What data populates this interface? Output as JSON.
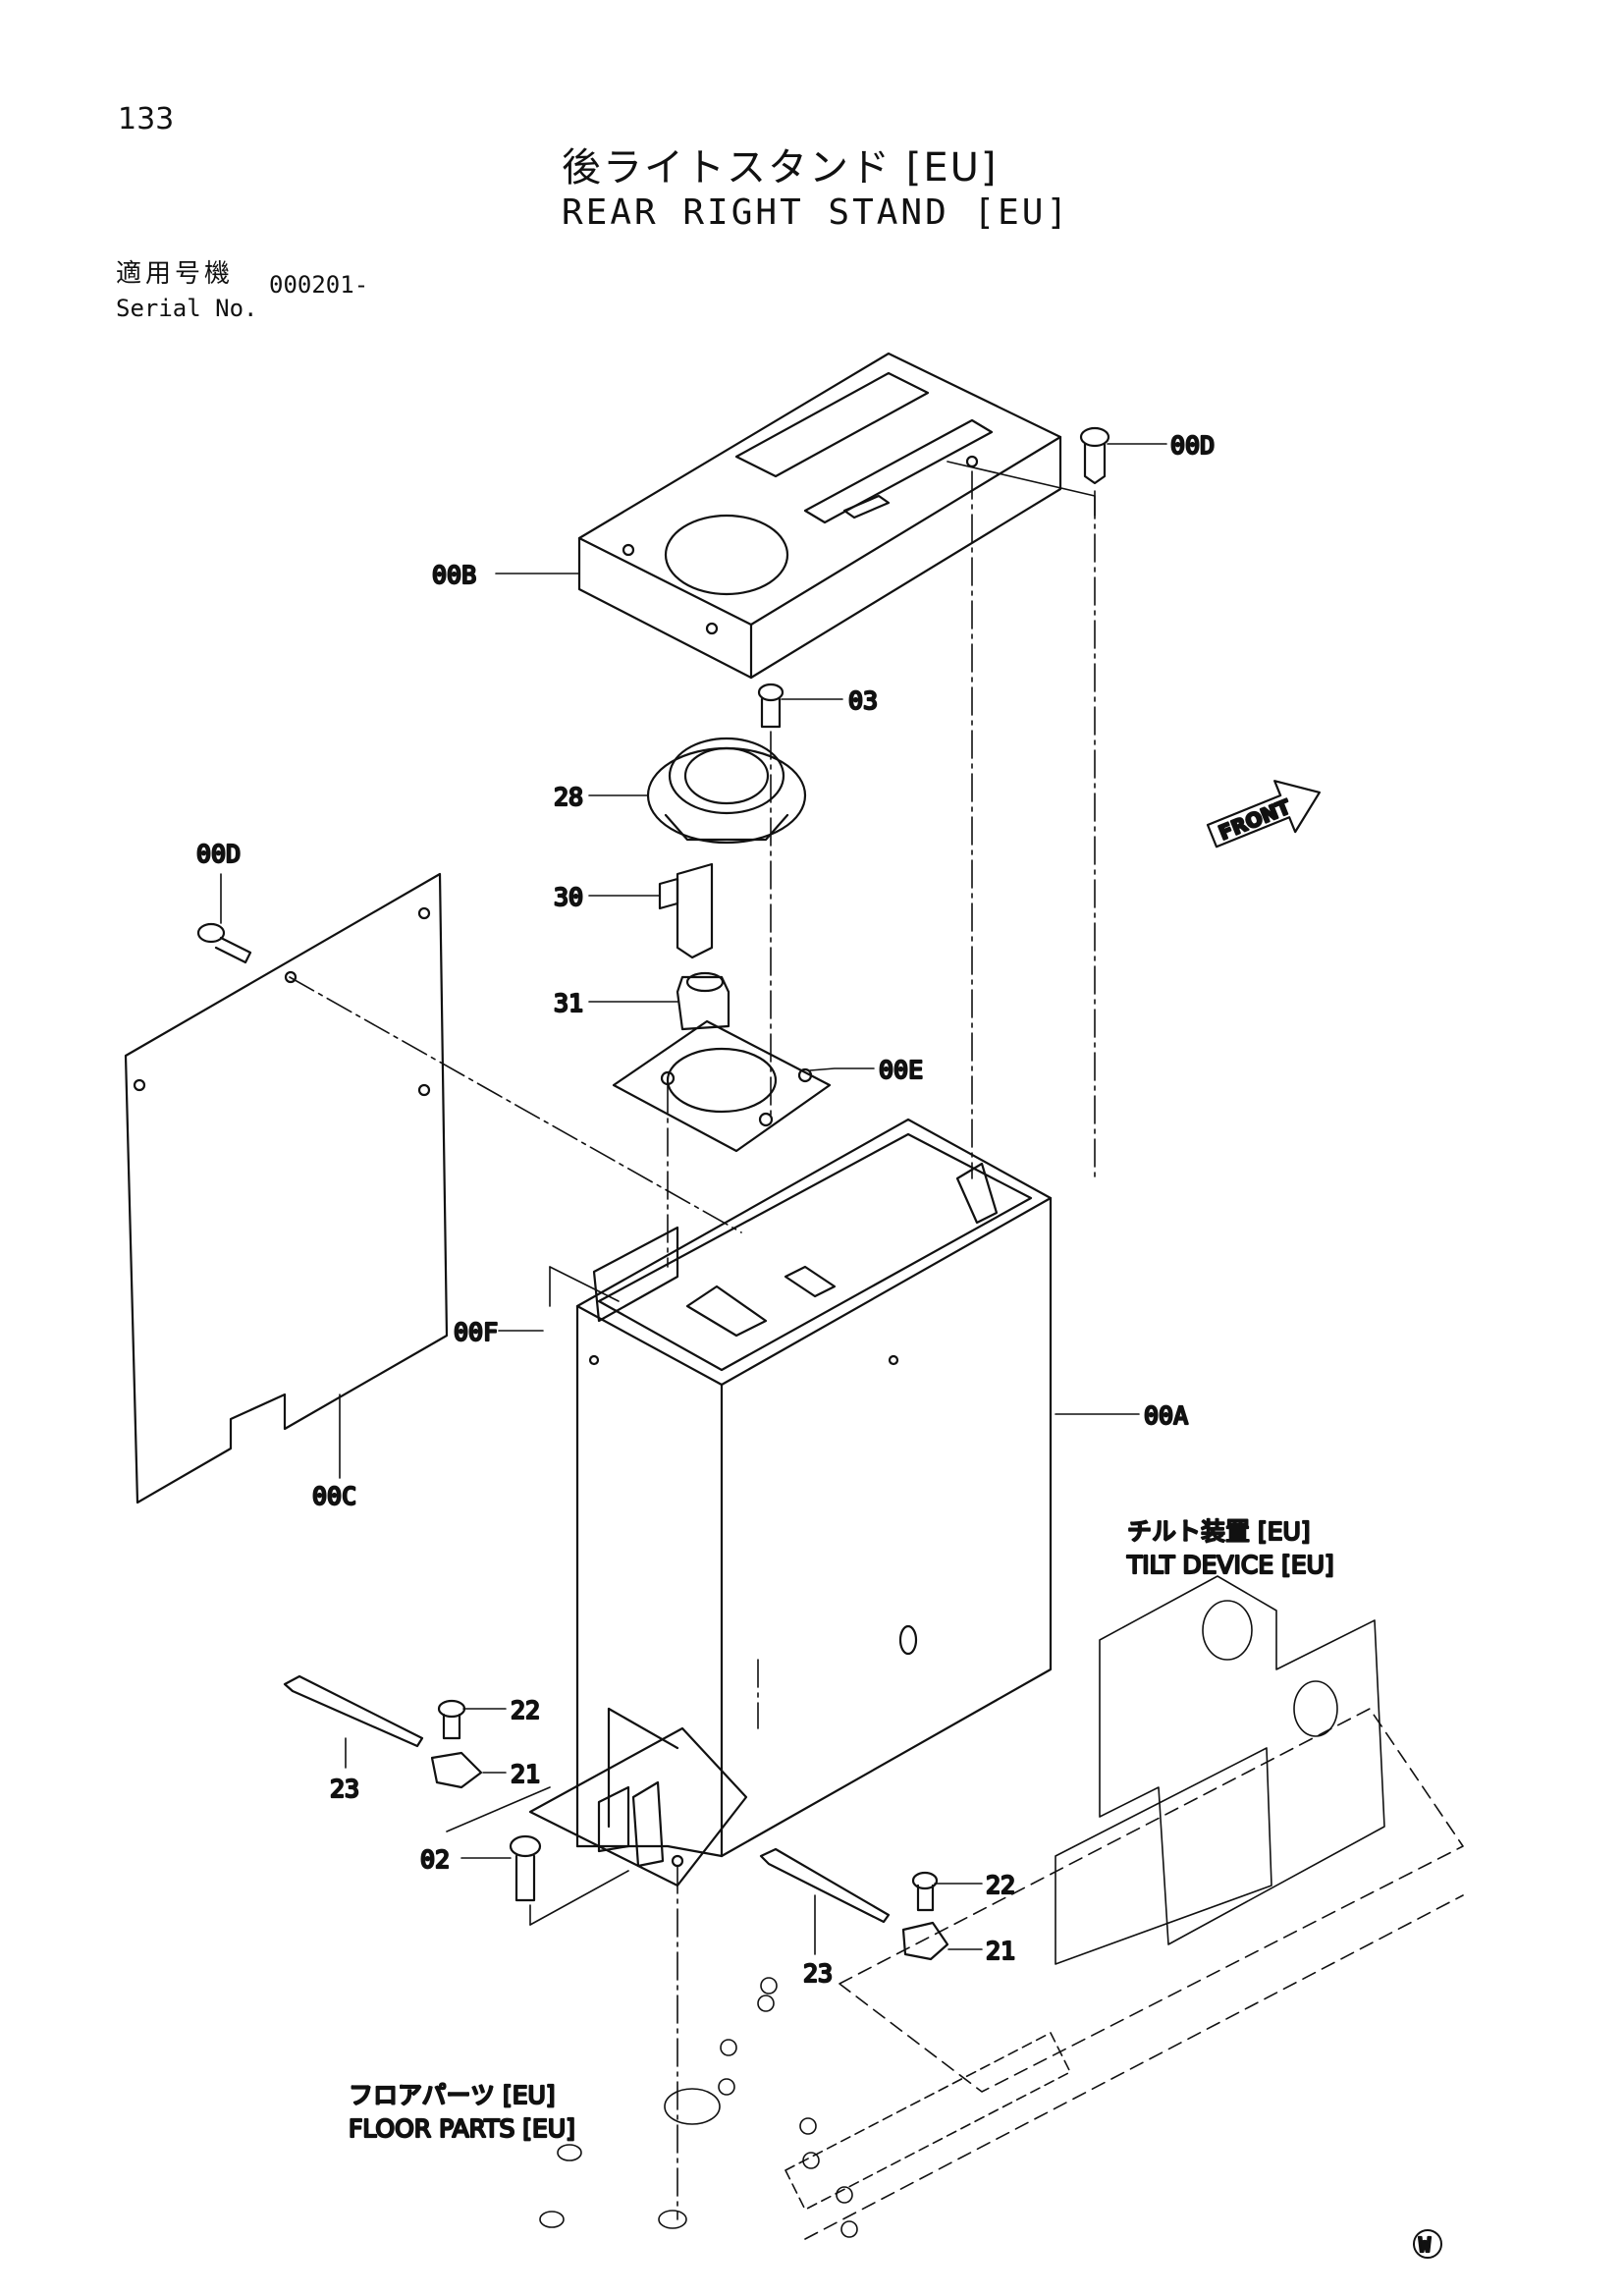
{
  "page_number": "133",
  "title_jp": "後ライトスタンド [EU]",
  "title_en": "REAR RIGHT STAND [EU]",
  "serial": {
    "label_jp": "適用号機",
    "label_en": "Serial No.",
    "value": "000201-"
  },
  "callouts": {
    "p00D_top": "00D",
    "p00B": "00B",
    "p03": "03",
    "p28": "28",
    "p30": "30",
    "p31": "31",
    "p00D_left": "00D",
    "p00E": "00E",
    "p00F": "00F",
    "p00C": "00C",
    "p00A": "00A",
    "p22_left": "22",
    "p21_left": "21",
    "p23_left": "23",
    "p02": "02",
    "p22_right": "22",
    "p21_right": "21",
    "p23_right": "23"
  },
  "front_label": "FRONT",
  "references": {
    "tilt_jp": "チルト装置 [EU]",
    "tilt_en": "TILT DEVICE [EU]",
    "floor_jp": "フロアパーツ [EU]",
    "floor_en": "FLOOR PARTS [EU]"
  },
  "corner_mark": "W"
}
